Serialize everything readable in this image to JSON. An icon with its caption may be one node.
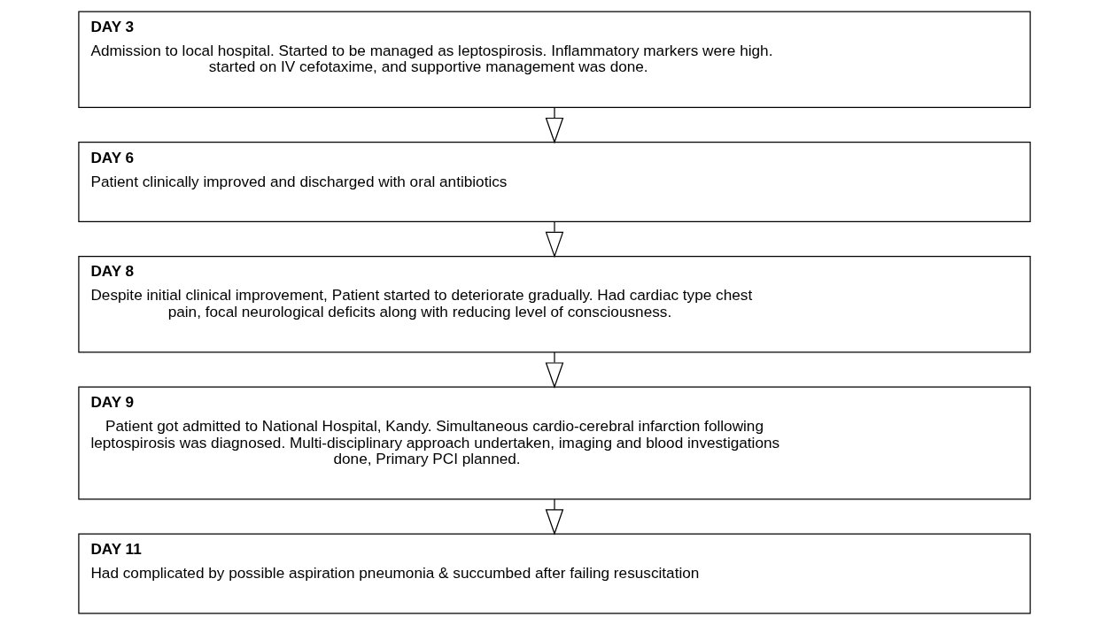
{
  "diagram": {
    "nodes": [
      {
        "text": [
          "DAY 3",
          "Admission to local hospital. Started to be managed as leptospirosis. Inflammatory markers were high. started on IV cefotaxime, and supportive management was done."
        ]
      },
      {
        "text": [
          "DAY 6",
          "Patient clinically improved and discharged with oral antibiotics"
        ]
      },
      {
        "text": [
          "DAY 8",
          "Despite initial clinical improvement, Patient started to deteriorate gradually. Had cardiac type chest pain, focal neurological deficits along with reducing level of consciousness."
        ]
      },
      {
        "text": [
          "DAY 9",
          "Patient got admitted to National Hospital, Kandy. Simultaneous cardio-cerebral infarction following leptospirosis was diagnosed. Multi-disciplinary approach undertaken, imaging and blood investigations done, Primary PCI planned."
        ]
      },
      {
        "text": [
          "DAY 11",
          "Had complicated by possible aspiration pneumonia & succumbed after failing resuscitation"
        ]
      }
    ],
    "edges": [
      {
        "from": 0,
        "to": 1,
        "arrow": "to"
      },
      {
        "from": 1,
        "to": 2,
        "arrow": "to"
      },
      {
        "from": 2,
        "to": 3,
        "arrow": "to"
      },
      {
        "from": 3,
        "to": 4,
        "arrow": "to"
      }
    ]
  }
}
